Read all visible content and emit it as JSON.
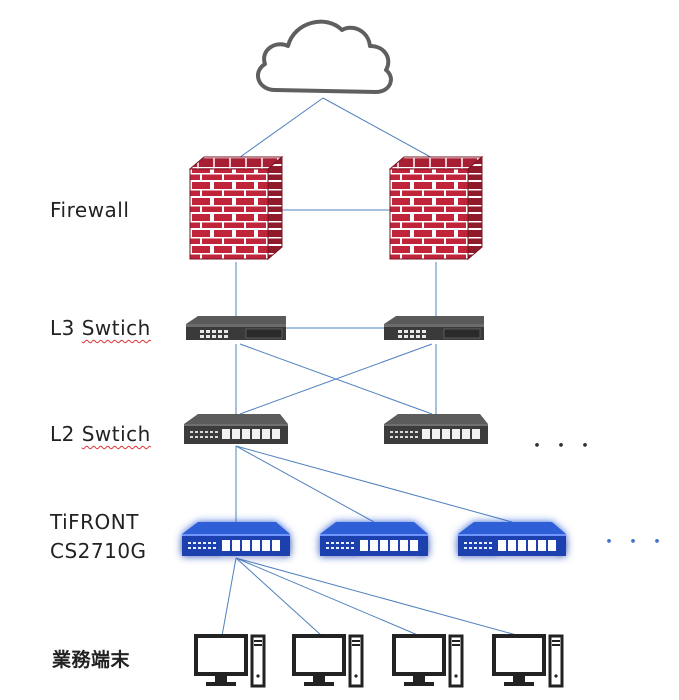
{
  "labels": {
    "firewall": "Firewall",
    "l3_prefix": "L3 ",
    "l3_word": "Swtich",
    "l2_prefix": "L2 ",
    "l2_word": "Swtich",
    "tifront_line1": "TiFRONT",
    "tifront_line2": "CS2710G",
    "terminals": "業務端末"
  },
  "ellipsis": {
    "l2": "・・・",
    "tifront": "・・・"
  },
  "icons": [
    "cloud-icon",
    "firewall-icon",
    "l3-switch-icon",
    "l2-switch-icon",
    "tifront-switch-icon",
    "desktop-pc-icon"
  ],
  "colors": {
    "link": "#4f81bd",
    "firewall": "#c0243a",
    "switch": "#3a3a3a",
    "tifront": "#1c3fae",
    "tifront_glow": "#2f6bff",
    "ellipsis_l2": "#333333",
    "ellipsis_tifront": "#4472c4"
  }
}
